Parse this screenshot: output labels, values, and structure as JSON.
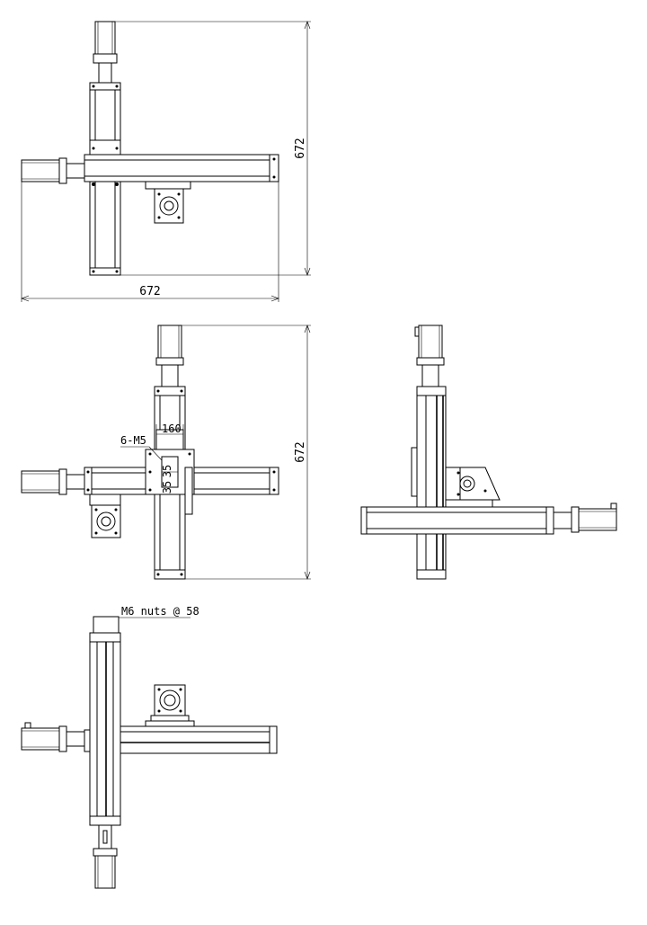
{
  "dimensions": {
    "top_view_height": "672",
    "top_view_width": "672",
    "front_view_height": "672",
    "carriage_width": "160",
    "hole_spacing_a": "35",
    "hole_spacing_b": "35"
  },
  "notes": {
    "thread_callout": "6-M5",
    "nut_callout": "M6 nuts @ 58"
  }
}
